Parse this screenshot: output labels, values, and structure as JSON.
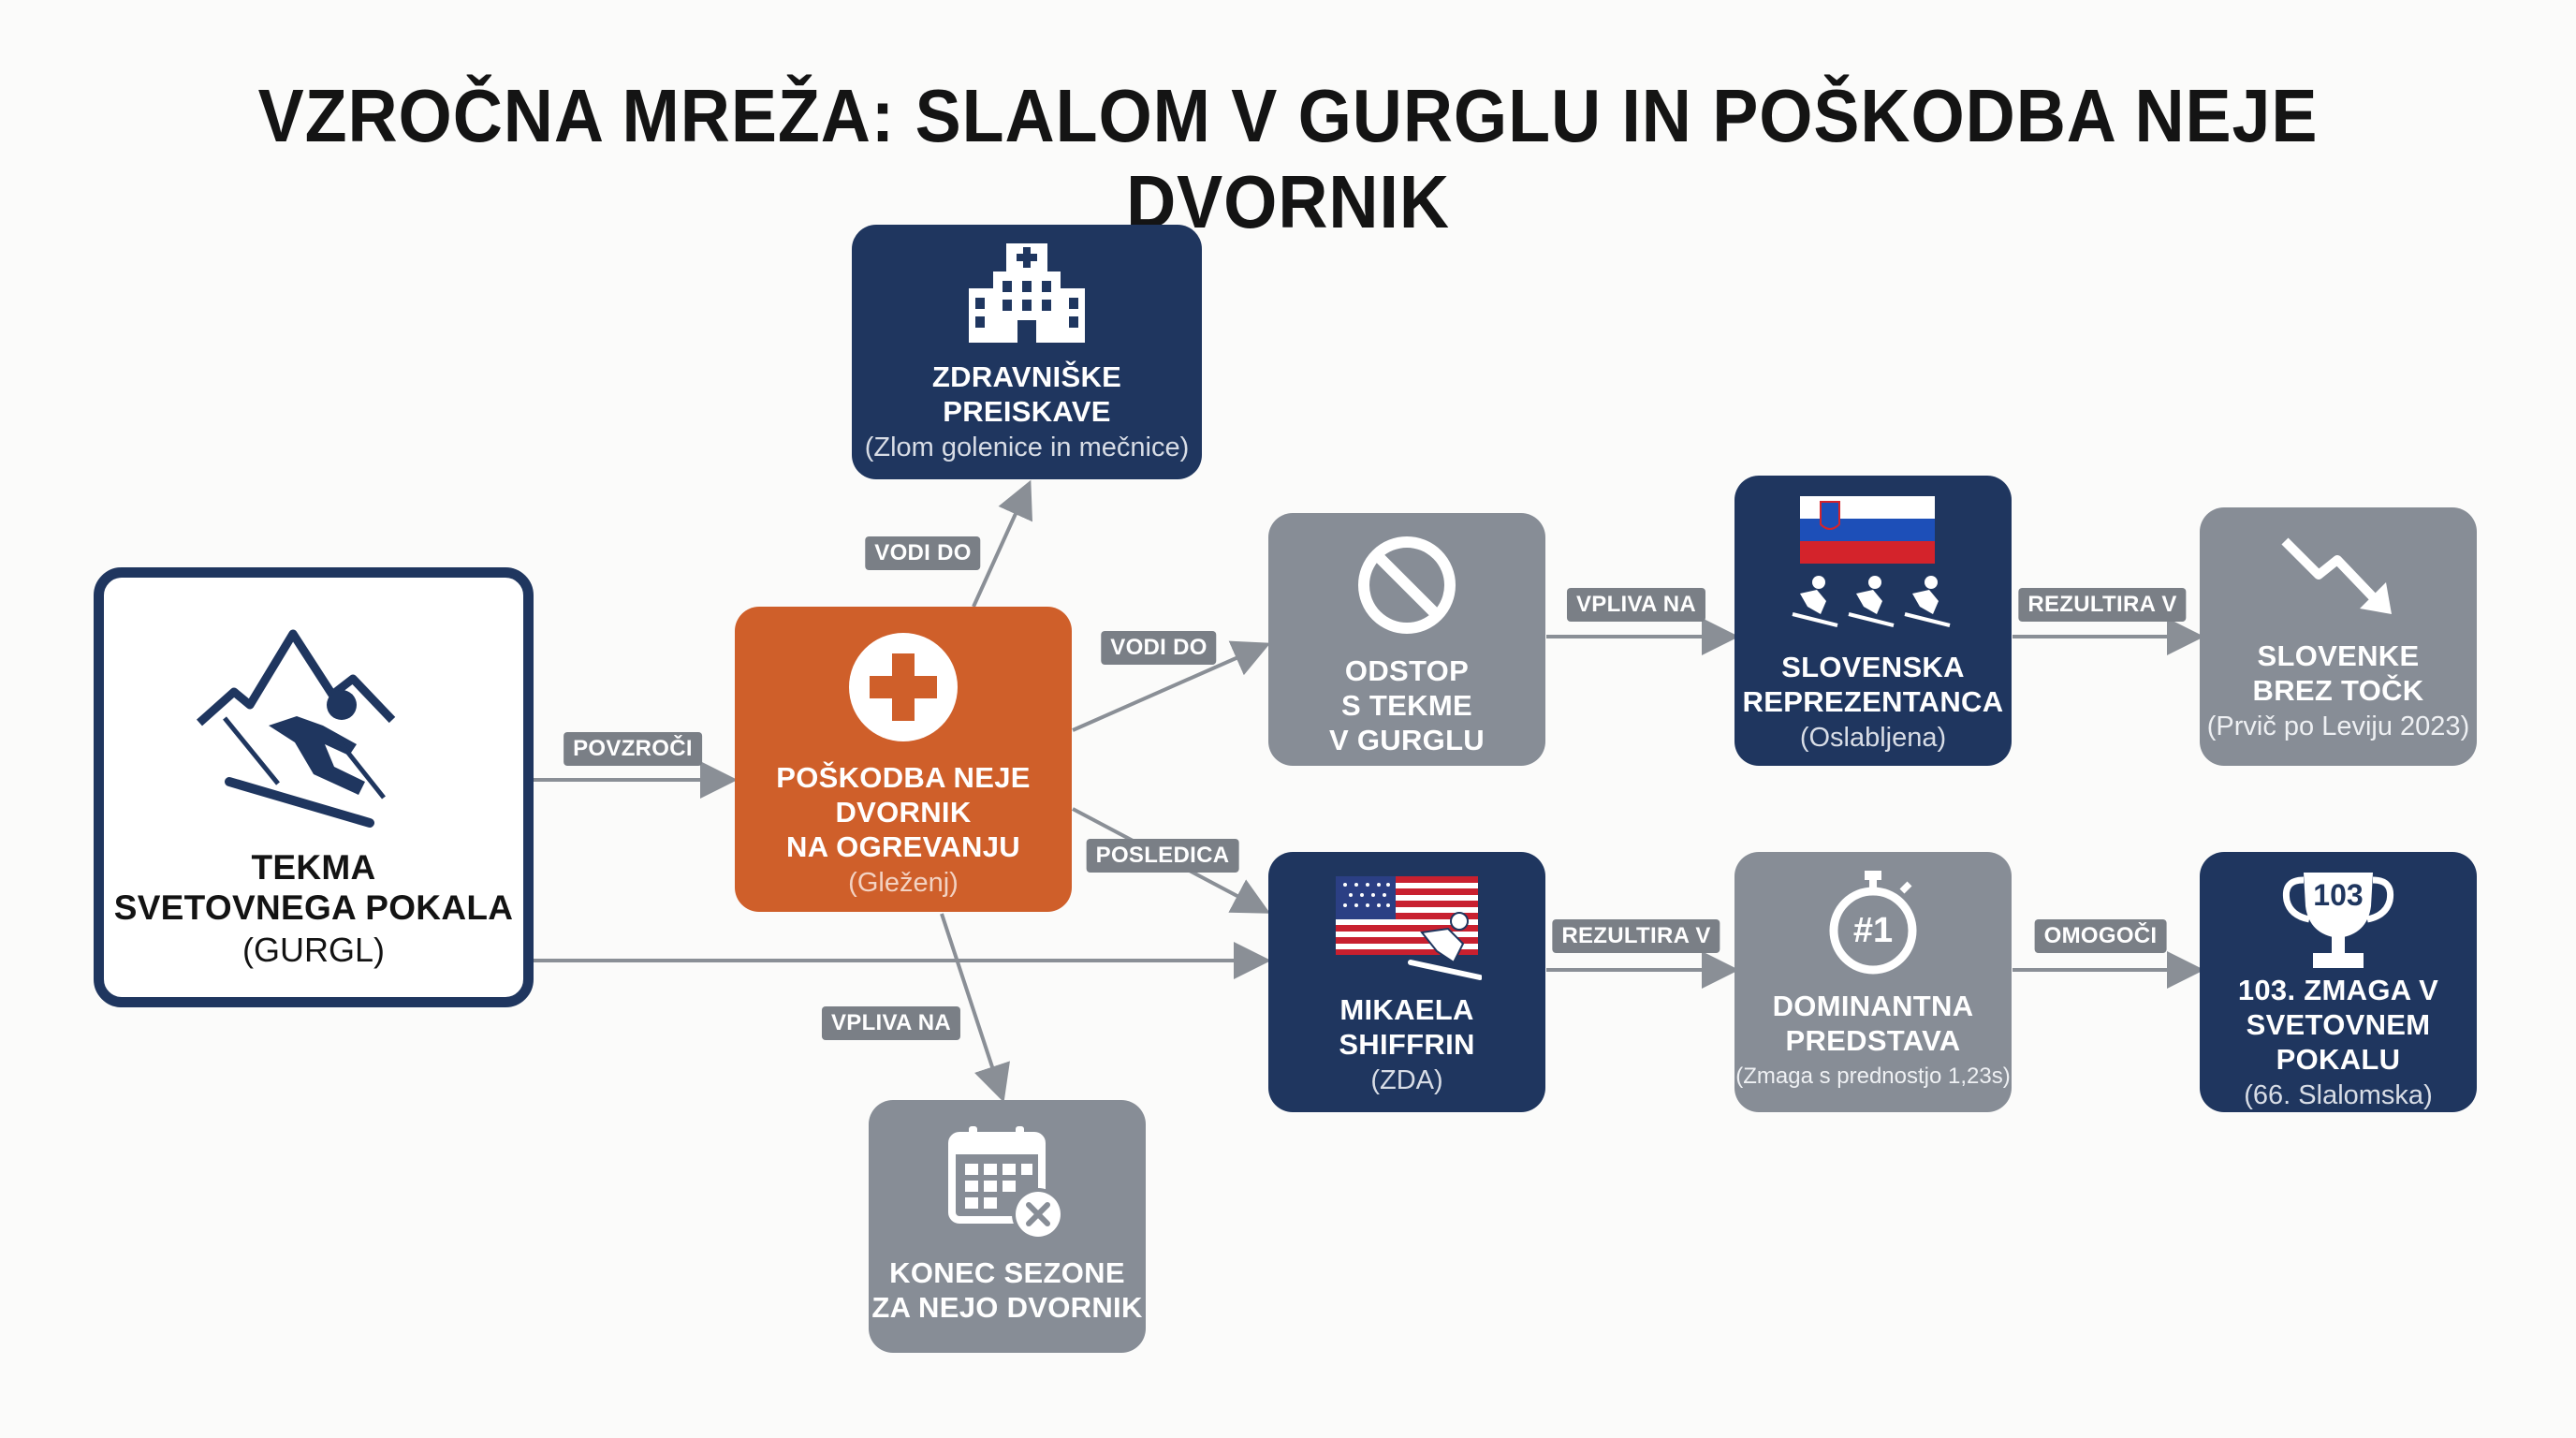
{
  "title": "VZROČNA MREŽA: SLALOM V GURGLU IN POŠKODBA NEJE DVORNIK",
  "colors": {
    "navy": "#1f365f",
    "grey": "#878d96",
    "orange": "#cf5f2a",
    "label": "#7a7f86",
    "arrow": "#8a8f96"
  },
  "nodes": {
    "tekma": {
      "title": "TEKMA\nSVETOVNEGA POKALA",
      "sub": "(GURGL)",
      "icon": "skier-mountains-icon"
    },
    "poskodba": {
      "title": "POŠKODBA NEJE\nDVORNIK\nNA OGREVANJU",
      "sub": "(Gleženj)",
      "icon": "medical-cross-icon"
    },
    "preiskave": {
      "title": "ZDRAVNIŠKE\nPREISKAVE",
      "sub": "(Zlom golenice in mečnice)",
      "icon": "hospital-icon"
    },
    "odstop": {
      "title": "ODSTOP\nS TEKME\nV GURGLU",
      "sub": "",
      "icon": "prohibited-icon"
    },
    "reprezentanca": {
      "title": "SLOVENSKA\nREPREZENTANCA",
      "sub": "(Oslabljena)",
      "icon": "slovenia-flag-skiers-icon"
    },
    "brez_tock": {
      "title": "SLOVENKE\nBREZ TOČK",
      "sub": "(Prvič po Leviju 2023)",
      "icon": "trend-down-icon"
    },
    "shiffrin": {
      "title": "MIKAELA\nSHIFFRIN",
      "sub": "(ZDA)",
      "icon": "usa-flag-skier-icon"
    },
    "predstava": {
      "title": "DOMINANTNA\nPREDSTAVA",
      "sub": "(Zmaga s prednostjo 1,23s)",
      "icon": "stopwatch-icon",
      "badge": "#1"
    },
    "zmaga": {
      "title": "103. ZMAGA V\nSVETOVNEM POKALU",
      "sub": "(66. Slalomska)",
      "icon": "trophy-icon",
      "badge": "103"
    },
    "konec": {
      "title": "KONEC SEZONE\nZA NEJO DVORNIK",
      "sub": "",
      "icon": "calendar-cancel-icon"
    }
  },
  "edges": {
    "povzroci": "POVZROČI",
    "vodi_do_1": "VODI DO",
    "vodi_do_2": "VODI DO",
    "posledica": "POSLEDICA",
    "vpliva_na_1": "VPLIVA NA",
    "vpliva_na_2": "VPLIVA NA",
    "rezultira_v_1": "REZULTIRA V",
    "rezultira_v_2": "REZULTIRA V",
    "omogoci": "OMOGOČI"
  }
}
